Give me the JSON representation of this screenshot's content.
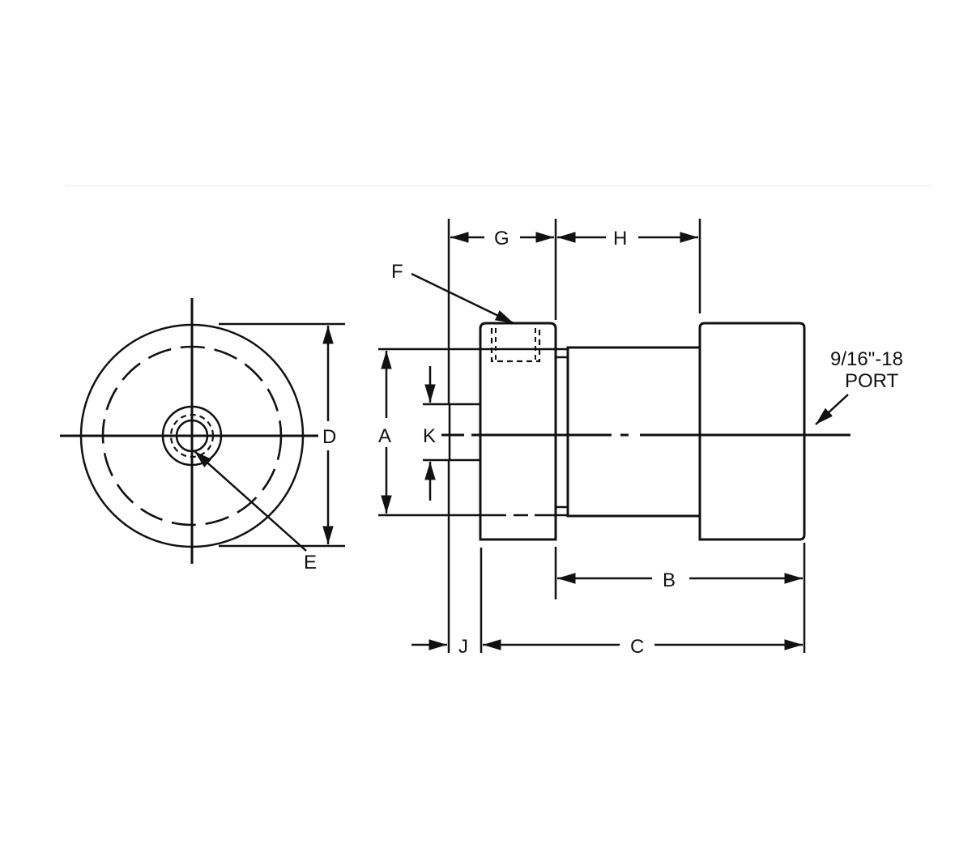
{
  "drawing": {
    "title": "Cylinder dimensional drawing",
    "views": [
      "end-view",
      "side-view"
    ],
    "dimension_labels": {
      "A": "A",
      "B": "B",
      "C": "C",
      "D": "D",
      "E": "E",
      "F": "F",
      "G": "G",
      "H": "H",
      "J": "J",
      "K": "K"
    },
    "port_callout": {
      "line1": "9/16\"-18",
      "line2": "PORT"
    },
    "colors": {
      "line": "#111111",
      "background": "#ffffff"
    }
  }
}
